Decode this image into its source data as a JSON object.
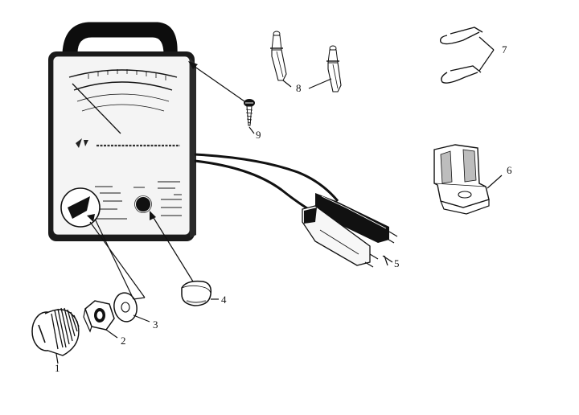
{
  "diagram": {
    "callouts": [
      {
        "id": "1",
        "label": "1",
        "part": "knob"
      },
      {
        "id": "2",
        "label": "2",
        "part": "hex-nut"
      },
      {
        "id": "3",
        "label": "3",
        "part": "washer"
      },
      {
        "id": "4",
        "label": "4",
        "part": "push-button-cap"
      },
      {
        "id": "5",
        "label": "5",
        "part": "test-lead-clips"
      },
      {
        "id": "6",
        "label": "6",
        "part": "mounting-bracket"
      },
      {
        "id": "7",
        "label": "7",
        "part": "spring-clips"
      },
      {
        "id": "8",
        "label": "8",
        "part": "wall-anchors"
      },
      {
        "id": "9",
        "label": "9",
        "part": "screw"
      }
    ]
  }
}
